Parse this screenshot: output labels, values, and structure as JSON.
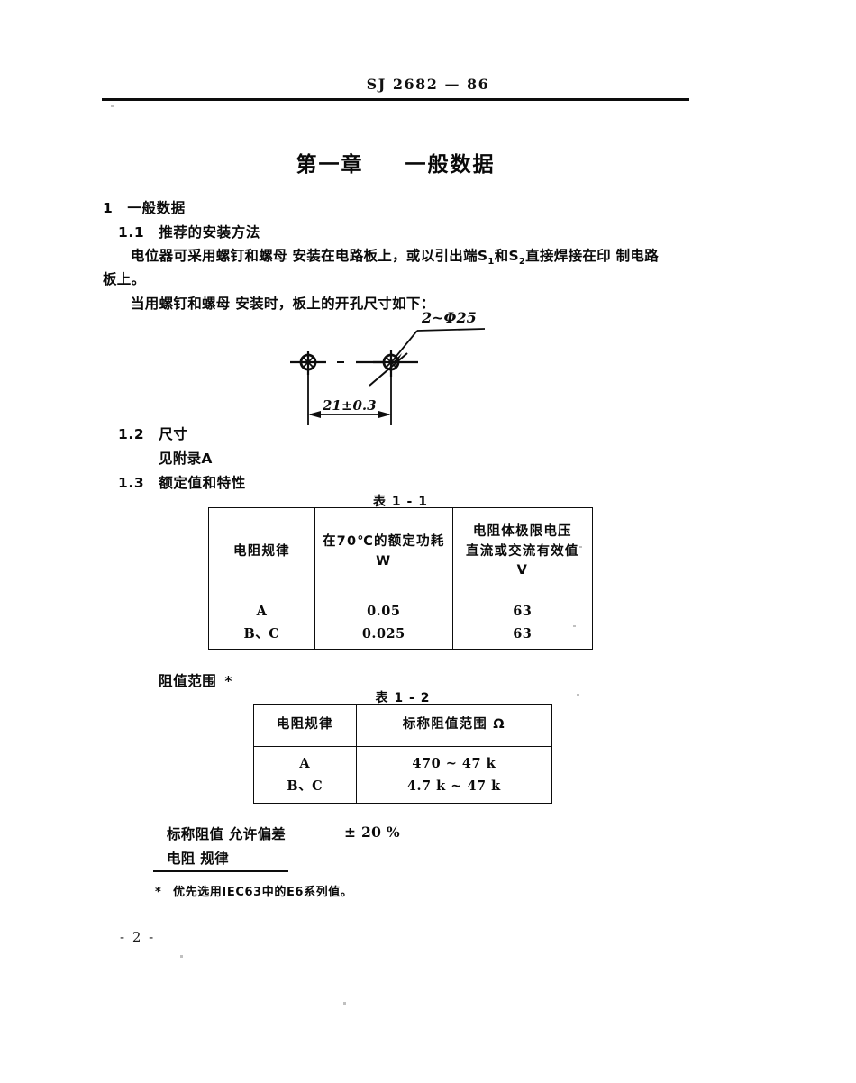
{
  "page": {
    "header_code": "SJ 2682 — 86",
    "page_number": "- 2 -"
  },
  "chapter": {
    "label": "第一章",
    "title": "一般数据"
  },
  "sections": {
    "s1_number": "1",
    "s1_title": "一般数据",
    "s11_number": "1.1",
    "s11_title": "推荐的安装方法",
    "s11_para_line1_a": "电位器可采用螺钉和螺母 安装在电路板上，或以引出端S",
    "s11_para_line1_sub1": "1",
    "s11_para_line1_b": "和S",
    "s11_para_line1_sub2": "2",
    "s11_para_line1_c": "直接焊接在印 制电路",
    "s11_para_line2": "板上。",
    "s11_para_line3": "当用螺钉和螺母 安装时，板上的开孔尺寸如下：",
    "s12_number": "1.2",
    "s12_title": "尺寸",
    "s12_body": "见附录A",
    "s13_number": "1.3",
    "s13_title": "额定值和特性",
    "resistance_range_label": "阻值范围",
    "resistance_range_star": "*"
  },
  "drawing": {
    "hole_callout": "2~φ25",
    "dimension": "21±0.3"
  },
  "table1": {
    "caption": "表 1 - 1",
    "headers": [
      {
        "line1": "电阻规律",
        "line2": "",
        "line3": ""
      },
      {
        "line1": "在70℃的额定功耗",
        "line2": "W",
        "line3": ""
      },
      {
        "line1": "电阻体极限电压",
        "line2": "直流或交流有效值",
        "line3": "V"
      }
    ],
    "rows": [
      [
        "A",
        "0.05",
        "63"
      ],
      [
        "B、C",
        "0.025",
        "63"
      ]
    ]
  },
  "table2": {
    "caption": "表 1 - 2",
    "headers": [
      "电阻规律",
      "标称阻值范围   Ω"
    ],
    "rows": [
      [
        "A",
        "470 ~ 47 k"
      ],
      [
        "B、C",
        "4.7 k ~ 47 k"
      ]
    ]
  },
  "tolerance": {
    "label": "标称阻值 允许偏差",
    "value": "± 20 %",
    "law_label": "电阻 规律"
  },
  "footnote": {
    "marker": "*",
    "text": "优先选用IEC63中的E6系列值。"
  },
  "colors": {
    "ink": "#0a0a0a",
    "paper": "#ffffff"
  }
}
